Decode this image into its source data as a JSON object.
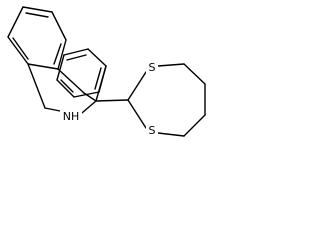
{
  "molecule": {
    "atoms": {
      "nitrogen": "NH",
      "sulfur_top": "S",
      "sulfur_bottom": "S"
    }
  },
  "colors": {
    "bond": "#000000",
    "background": "#ffffff"
  }
}
